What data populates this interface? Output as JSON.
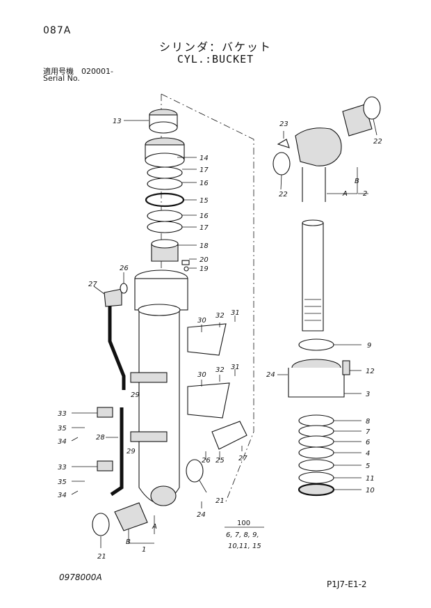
{
  "header": {
    "page_code": "087A",
    "title_jp": "シリンダ：バケット",
    "title_en": "CYL.:BUCKET",
    "serial_label_jp": "適用号機　020001-",
    "serial_label_en": "Serial No."
  },
  "footer": {
    "doc_number": "0978000A",
    "page_ref": "P1J7-E1-2"
  },
  "callouts": {
    "c13": "13",
    "c14": "14",
    "c17a": "17",
    "c16a": "16",
    "c15": "15",
    "c16b": "16",
    "c17b": "17",
    "c18": "18",
    "c20": "20",
    "c19": "19",
    "c26a": "26",
    "c27a": "27",
    "c30a": "30",
    "c32a": "32",
    "c31a": "31",
    "c30b": "30",
    "c32b": "32",
    "c31b": "31",
    "c29a": "29",
    "c33a": "33",
    "c35a": "35",
    "c34a": "34",
    "c28": "28",
    "c29b": "29",
    "c33b": "33",
    "c35b": "35",
    "c34b": "34",
    "c26b": "26",
    "c25": "25",
    "c27b": "27",
    "c21a": "21",
    "c24a": "24",
    "c21b": "21",
    "cBa": "B",
    "cAa": "A",
    "c1": "1",
    "c23": "23",
    "c22a": "22",
    "c22b": "22",
    "cBb": "B",
    "cAb": "A",
    "c2": "2",
    "c9": "9",
    "c24b": "24",
    "c12": "12",
    "c3": "3",
    "c8": "8",
    "c7": "7",
    "c6": "6",
    "c4": "4",
    "c5": "5",
    "c11": "11",
    "c10": "10",
    "c100": "100",
    "kit_line1": "6, 7, 8, 9,",
    "kit_line2": "10,11, 15"
  }
}
